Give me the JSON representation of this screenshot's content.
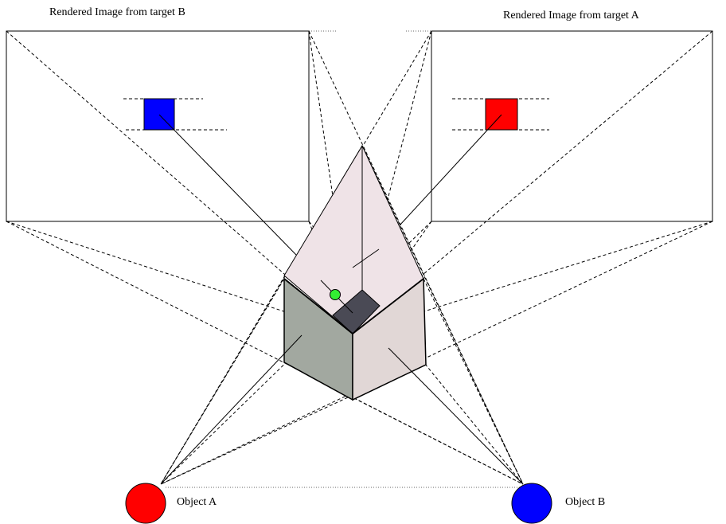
{
  "labels": {
    "panel_left_title": "Rendered Image from target B",
    "panel_right_title": "Rendered Image from target A",
    "object_a": "Object A",
    "object_b": "Object B"
  },
  "colors": {
    "object_a": "#ff0000",
    "object_b": "#0000ff",
    "square_left": "#0000ff",
    "square_right": "#ff0000",
    "camera_dot": "#33ee33",
    "cone_top": "#efe3e7",
    "box_left_face": "#a2a8a0",
    "box_right_face": "#e1d7d6",
    "box_inner": "#4a4a55"
  }
}
